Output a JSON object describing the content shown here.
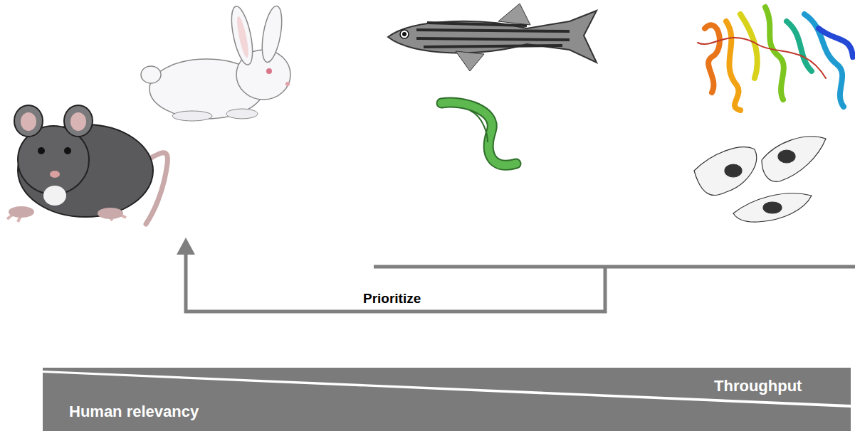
{
  "diagram": {
    "nodes": [
      {
        "text": [
          "Throughput"
        ]
      },
      {
        "text": [
          "Human relevancy"
        ]
      }
    ],
    "labels": [
      "Prioritize"
    ]
  }
}
